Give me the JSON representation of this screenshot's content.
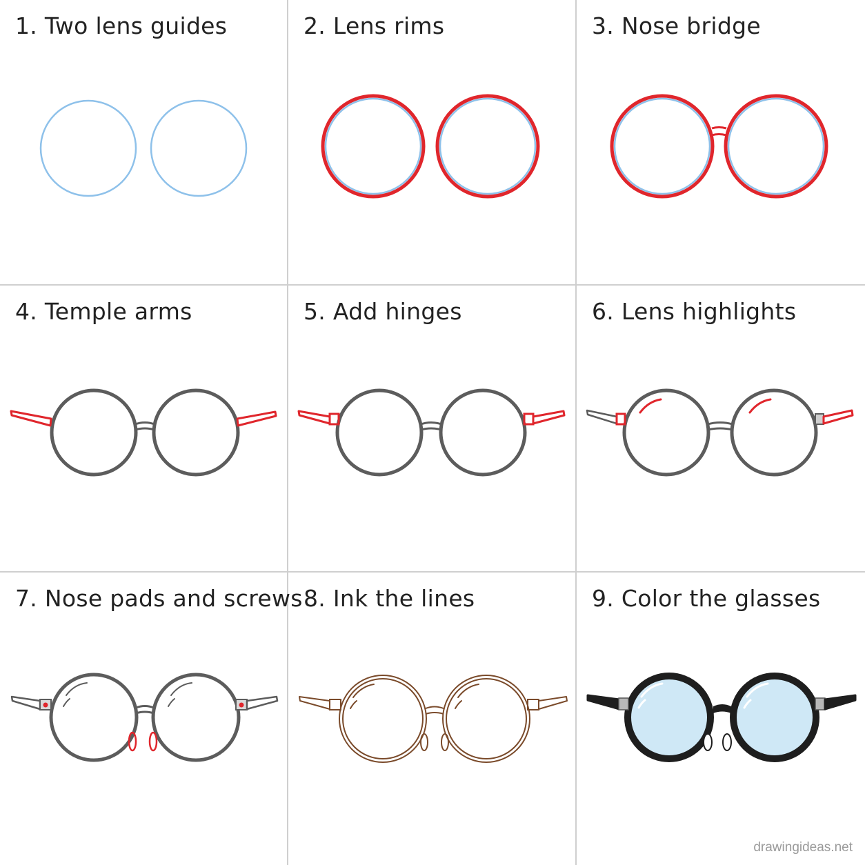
{
  "steps": [
    {
      "label": "1. Two lens guides"
    },
    {
      "label": "2. Lens rims"
    },
    {
      "label": "3. Nose bridge"
    },
    {
      "label": "4. Temple arms"
    },
    {
      "label": "5. Add hinges"
    },
    {
      "label": "6. Lens highlights"
    },
    {
      "label": "7. Nose pads and screws"
    },
    {
      "label": "8. Ink the lines"
    },
    {
      "label": "9. Color the glasses"
    }
  ],
  "watermark": "drawingideas.net",
  "colors": {
    "guide_blue": "#8ec1ea",
    "new_step_red": "#e0262c",
    "pencil_gray": "#5c5c5c",
    "ink_brown": "#7a4a2a",
    "frame_black": "#1e1e1e",
    "lens_fill_blue": "#cfe8f6",
    "hinge_gray": "#b8b8b8",
    "grid_line": "#cfcfcf"
  }
}
